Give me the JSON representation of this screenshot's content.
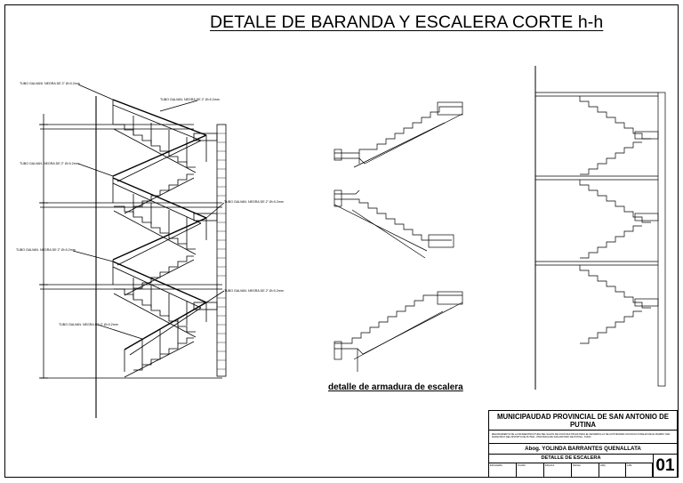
{
  "title": "DETALE DE BARANDA Y ESCALERA CORTE h-h",
  "caption": "detalle de armadura de escalera",
  "labels": {
    "tubo_1": "TUBO GALVANI. NEGRA DE 2\" Ø=0.2mm",
    "tubo_2": "TUBO GALVAN. NEGRA DE 2\" Ø=0.2mm",
    "tubo_3": "TUBO GALVAN. NEGRA DE 2\" Ø=0.2mm",
    "tubo_4": "TUBO GALVAN. NEGRA DE 2\" Ø=0.2mm",
    "tubo_5": "TUBO GALVAN. NEGRA DE 2\" Ø=0.2mm",
    "tubo_6": "TUBO GALVAN. NEGRA DE 2\" Ø=0.2mm",
    "tubo_7": "TUBO GALVAN. NEGRA DE 2\" Ø=0.2mm"
  },
  "title_block": {
    "organization": "MUNICIPAUDAD PROVINCIAL DE SAN ANTONIO DE PUTINA",
    "project": "MEJORAMIENTO DE LA INFRAESTRUCTURA DEL SALON DE USOS MULTIPLES PARA EL DESARROLLO DE ACTIVIDADES SOCIOCULTURALES DE EL BARRIO SAN FRANCISCO DEL DISTRITO DE PUTINA - PROVINCIA DE SAN ANTONIO DE PUTINA - PUNO",
    "architect": "Abog. YOLINDA BARRANTES QUENALLATA",
    "sheet_title": "DETALLE DE ESCALERA",
    "sheet_number": "01",
    "cells": [
      "ESCALERA",
      "PLANO",
      "ESCALA",
      "FECHA",
      "ARQ.",
      "LAM."
    ]
  }
}
